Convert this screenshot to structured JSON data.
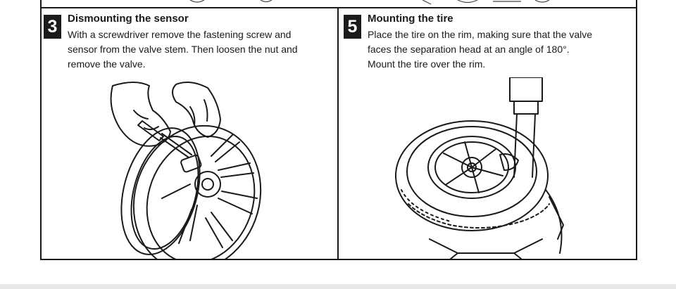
{
  "steps": [
    {
      "number": "3",
      "title": "Dismounting the sensor",
      "description": "With a screwdriver remove the fastening screw and\nsensor from the valve stem. Then loosen the nut and\nremove the valve."
    },
    {
      "number": "5",
      "title": "Mounting the tire",
      "description": "Place the tire on the rim, making sure that the valve\nfaces the separation head at an angle of 180°.\nMount the tire over the rim."
    }
  ]
}
